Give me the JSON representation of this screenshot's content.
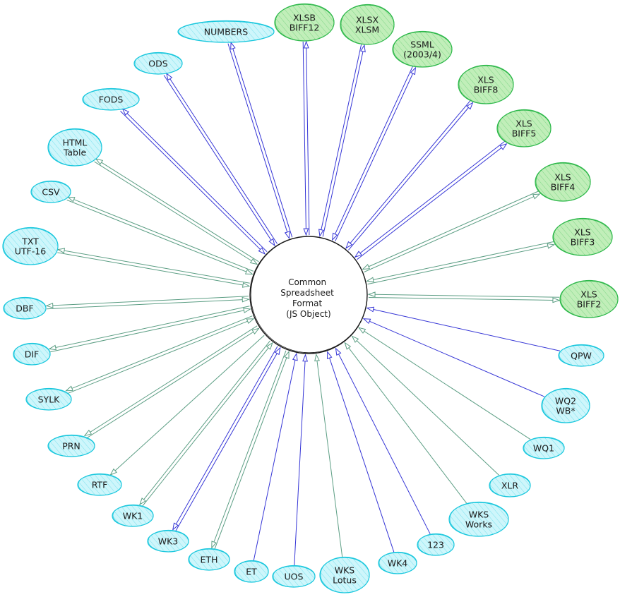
{
  "center": {
    "lines": [
      "Common",
      "Spreadsheet",
      "Format",
      "(JS Object)"
    ]
  },
  "colors": {
    "cyan_fill": "#a5eef7",
    "cyan_stroke": "#18c7dd",
    "green_fill": "#8ee07f",
    "green_stroke": "#2db84a",
    "edge_blue": "#3535d6",
    "edge_green": "#5c9e84",
    "center_stroke": "#1a1a1a"
  },
  "nodes": [
    {
      "id": "numbers",
      "lines": [
        "NUMBERS"
      ],
      "color": "cyan",
      "edge": "blue",
      "dir": "both"
    },
    {
      "id": "xlsb",
      "lines": [
        "XLSB",
        "BIFF12"
      ],
      "color": "green",
      "edge": "blue",
      "dir": "both"
    },
    {
      "id": "xlsx",
      "lines": [
        "XLSX",
        "XLSM"
      ],
      "color": "green",
      "edge": "blue",
      "dir": "both"
    },
    {
      "id": "ssml",
      "lines": [
        "SSML",
        "(2003/4)"
      ],
      "color": "green",
      "edge": "blue",
      "dir": "both"
    },
    {
      "id": "xls-biff8",
      "lines": [
        "XLS",
        "BIFF8"
      ],
      "color": "green",
      "edge": "blue",
      "dir": "both"
    },
    {
      "id": "xls-biff5",
      "lines": [
        "XLS",
        "BIFF5"
      ],
      "color": "green",
      "edge": "blue",
      "dir": "both"
    },
    {
      "id": "xls-biff4",
      "lines": [
        "XLS",
        "BIFF4"
      ],
      "color": "green",
      "edge": "green",
      "dir": "both"
    },
    {
      "id": "xls-biff3",
      "lines": [
        "XLS",
        "BIFF3"
      ],
      "color": "green",
      "edge": "green",
      "dir": "both"
    },
    {
      "id": "xls-biff2",
      "lines": [
        "XLS",
        "BIFF2"
      ],
      "color": "green",
      "edge": "green",
      "dir": "both"
    },
    {
      "id": "qpw",
      "lines": [
        "QPW"
      ],
      "color": "cyan",
      "edge": "blue",
      "dir": "in"
    },
    {
      "id": "wq2",
      "lines": [
        "WQ2",
        "WB*"
      ],
      "color": "cyan",
      "edge": "blue",
      "dir": "in"
    },
    {
      "id": "wq1",
      "lines": [
        "WQ1"
      ],
      "color": "cyan",
      "edge": "green",
      "dir": "in"
    },
    {
      "id": "xlr",
      "lines": [
        "XLR"
      ],
      "color": "cyan",
      "edge": "green",
      "dir": "in"
    },
    {
      "id": "wks-works",
      "lines": [
        "WKS",
        "Works"
      ],
      "color": "cyan",
      "edge": "green",
      "dir": "in"
    },
    {
      "id": "n123",
      "lines": [
        "123"
      ],
      "color": "cyan",
      "edge": "blue",
      "dir": "in"
    },
    {
      "id": "wk4",
      "lines": [
        "WK4"
      ],
      "color": "cyan",
      "edge": "blue",
      "dir": "in"
    },
    {
      "id": "wks-lotus",
      "lines": [
        "WKS",
        "Lotus"
      ],
      "color": "cyan",
      "edge": "green",
      "dir": "in"
    },
    {
      "id": "uos",
      "lines": [
        "UOS"
      ],
      "color": "cyan",
      "edge": "blue",
      "dir": "in"
    },
    {
      "id": "et",
      "lines": [
        "ET"
      ],
      "color": "cyan",
      "edge": "blue",
      "dir": "in"
    },
    {
      "id": "eth",
      "lines": [
        "ETH"
      ],
      "color": "cyan",
      "edge": "green",
      "dir": "both"
    },
    {
      "id": "wk3",
      "lines": [
        "WK3"
      ],
      "color": "cyan",
      "edge": "blue",
      "dir": "both"
    },
    {
      "id": "wk1",
      "lines": [
        "WK1"
      ],
      "color": "cyan",
      "edge": "green",
      "dir": "both"
    },
    {
      "id": "rtf",
      "lines": [
        "RTF"
      ],
      "color": "cyan",
      "edge": "green",
      "dir": "out"
    },
    {
      "id": "prn",
      "lines": [
        "PRN"
      ],
      "color": "cyan",
      "edge": "green",
      "dir": "both"
    },
    {
      "id": "sylk",
      "lines": [
        "SYLK"
      ],
      "color": "cyan",
      "edge": "green",
      "dir": "both"
    },
    {
      "id": "dif",
      "lines": [
        "DIF"
      ],
      "color": "cyan",
      "edge": "green",
      "dir": "both"
    },
    {
      "id": "dbf",
      "lines": [
        "DBF"
      ],
      "color": "cyan",
      "edge": "green",
      "dir": "both"
    },
    {
      "id": "txt",
      "lines": [
        "TXT",
        "UTF-16"
      ],
      "color": "cyan",
      "edge": "green",
      "dir": "both"
    },
    {
      "id": "csv",
      "lines": [
        "CSV"
      ],
      "color": "cyan",
      "edge": "green",
      "dir": "both"
    },
    {
      "id": "html",
      "lines": [
        "HTML",
        "Table"
      ],
      "color": "cyan",
      "edge": "green",
      "dir": "both"
    },
    {
      "id": "fods",
      "lines": [
        "FODS"
      ],
      "color": "cyan",
      "edge": "blue",
      "dir": "both"
    },
    {
      "id": "ods",
      "lines": [
        "ODS"
      ],
      "color": "cyan",
      "edge": "blue",
      "dir": "both"
    }
  ]
}
